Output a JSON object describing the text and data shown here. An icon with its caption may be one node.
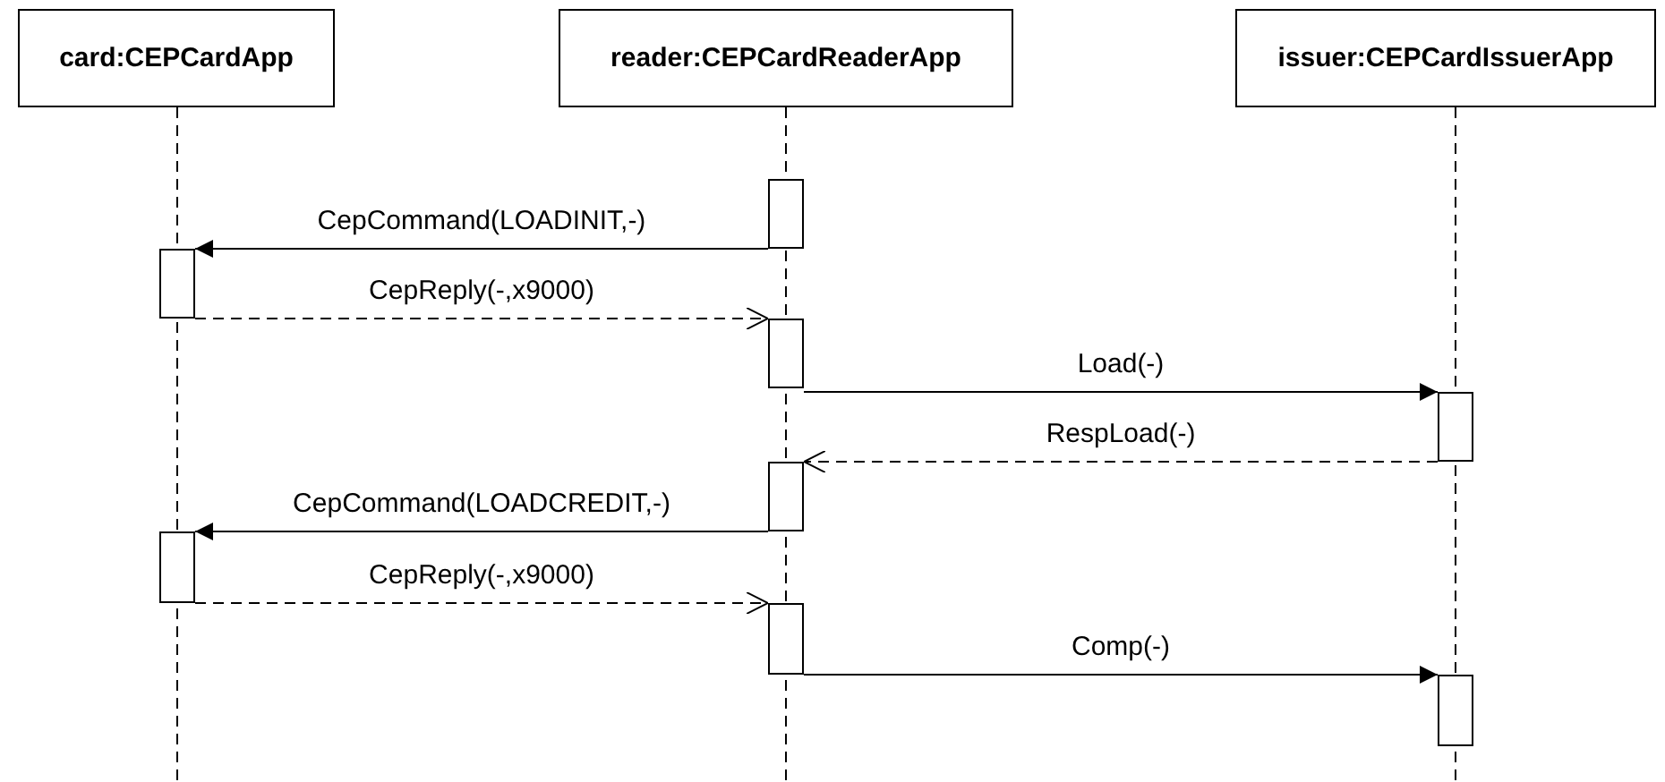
{
  "diagram": {
    "nodes": [
      {
        "text": [
          "card:CEPCardApp"
        ]
      },
      {
        "text": [
          "reader:CEPCardReaderApp"
        ]
      },
      {
        "text": [
          "issuer:CEPCardIssuerApp"
        ]
      },
      {
        "text": [],
        "shape": "bar"
      },
      {
        "text": [],
        "shape": "bar"
      },
      {
        "text": [],
        "shape": "bar"
      },
      {
        "text": [],
        "shape": "bar"
      },
      {
        "text": [],
        "shape": "bar"
      },
      {
        "text": [],
        "shape": "bar"
      },
      {
        "text": [],
        "shape": "bar"
      },
      {
        "text": [],
        "shape": "bar"
      }
    ],
    "edges": [
      {
        "from": 3,
        "to": 4,
        "arrow": "to",
        "label": "CepCommand(LOADINIT,-)"
      },
      {
        "from": 4,
        "to": 5,
        "arrow": "to",
        "label": "CepReply(-,x9000)",
        "style": "dashed"
      },
      {
        "from": 5,
        "to": 6,
        "arrow": "to",
        "label": "Load(-)"
      },
      {
        "from": 6,
        "to": 7,
        "arrow": "to",
        "label": "RespLoad(-)",
        "style": "dashed"
      },
      {
        "from": 7,
        "to": 8,
        "arrow": "to",
        "label": "CepCommand(LOADCREDIT,-)"
      },
      {
        "from": 8,
        "to": 9,
        "arrow": "to",
        "label": "CepReply(-,x9000)",
        "style": "dashed"
      },
      {
        "from": 9,
        "to": 10,
        "arrow": "to",
        "label": "Comp(-)"
      }
    ]
  }
}
